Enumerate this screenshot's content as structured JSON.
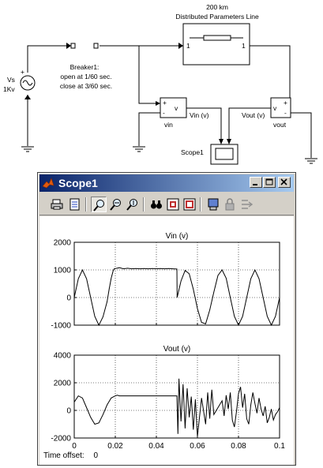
{
  "diagram": {
    "line_block": {
      "distance": "200 km",
      "name": "Distributed Parameters Line",
      "port_in": "1",
      "port_out": "1"
    },
    "source": {
      "label": "Vs",
      "rating": "1Kv",
      "plus": "+"
    },
    "breaker": {
      "name": "Breaker1:",
      "open": "open at 1/60 sec.",
      "close": "close at 3/60 sec."
    },
    "vin_block": {
      "name": "vin",
      "plus": "+",
      "minus": "-",
      "v": "v"
    },
    "vout_block": {
      "name": "vout",
      "plus": "+",
      "minus": "-",
      "v": "v"
    },
    "signals": {
      "vin": "Vin (v)",
      "vout": "Vout (v)"
    },
    "scope_block": {
      "name": "Scope1"
    }
  },
  "window": {
    "title": "Scope1",
    "buttons": [
      "minimize",
      "maximize",
      "close"
    ],
    "toolbar": [
      "print-icon",
      "parameters-icon",
      "zoom-icon",
      "zoom-x-icon",
      "zoom-y-icon",
      "autoscale-icon",
      "save-axes-icon",
      "restore-axes-icon",
      "floating-scope-icon",
      "lock-icon",
      "signal-selection-icon"
    ],
    "time_offset_label": "Time offset:",
    "time_offset_value": "0"
  },
  "chart_data": [
    {
      "type": "line",
      "title": "Vin (v)",
      "xlim": [
        0,
        0.1
      ],
      "ylim": [
        -1000,
        2000
      ],
      "yticks": [
        "2000",
        "1000",
        "0",
        "-1000"
      ],
      "grid": true,
      "series": [
        {
          "x": [
            0,
            0.002,
            0.004,
            0.006,
            0.008,
            0.01,
            0.012,
            0.014,
            0.016,
            0.017,
            0.018,
            0.019,
            0.0195,
            0.02,
            0.022,
            0.024,
            0.026,
            0.028,
            0.03,
            0.032,
            0.034,
            0.036,
            0.038,
            0.04,
            0.042,
            0.044,
            0.046,
            0.048,
            0.05,
            0.0501,
            0.052,
            0.054,
            0.056,
            0.058,
            0.06,
            0.062,
            0.064,
            0.066,
            0.068,
            0.07,
            0.072,
            0.074,
            0.076,
            0.078,
            0.08,
            0.082,
            0.084,
            0.086,
            0.088,
            0.09,
            0.092,
            0.094,
            0.096,
            0.098,
            0.1
          ],
          "y": [
            0,
            680,
            1000,
            680,
            0,
            -680,
            -1000,
            -700,
            -150,
            300,
            700,
            980,
            1040,
            1050,
            1080,
            1040,
            1060,
            1040,
            1050,
            1040,
            1050,
            1040,
            1050,
            1040,
            1050,
            1040,
            1050,
            1040,
            1030,
            0,
            600,
            980,
            860,
            300,
            -400,
            -900,
            -950,
            -450,
            200,
            800,
            1000,
            700,
            0,
            -680,
            -1000,
            -680,
            0,
            680,
            1000,
            680,
            0,
            -680,
            -1000,
            -680,
            0
          ]
        }
      ]
    },
    {
      "type": "line",
      "title": "Vout (v)",
      "xlim": [
        0,
        0.1
      ],
      "ylim": [
        -2000,
        4000
      ],
      "xticks": [
        "0",
        "0.02",
        "0.04",
        "0.06",
        "0.08",
        "0.1"
      ],
      "yticks": [
        "4000",
        "2000",
        "0",
        "-2000"
      ],
      "grid": true,
      "series": [
        {
          "x": [
            0,
            0.002,
            0.004,
            0.006,
            0.008,
            0.01,
            0.012,
            0.014,
            0.016,
            0.018,
            0.02,
            0.021,
            0.022,
            0.03,
            0.04,
            0.05,
            0.0505,
            0.051,
            0.052,
            0.053,
            0.054,
            0.055,
            0.056,
            0.057,
            0.058,
            0.059,
            0.06,
            0.062,
            0.064,
            0.065,
            0.066,
            0.067,
            0.068,
            0.07,
            0.072,
            0.073,
            0.074,
            0.075,
            0.076,
            0.077,
            0.078,
            0.079,
            0.08,
            0.081,
            0.082,
            0.083,
            0.084,
            0.085,
            0.086,
            0.087,
            0.088,
            0.089,
            0.09,
            0.091,
            0.092,
            0.093,
            0.094,
            0.095,
            0.096,
            0.097,
            0.098,
            0.099,
            0.1
          ],
          "y": [
            600,
            1050,
            900,
            200,
            -500,
            -1000,
            -900,
            -300,
            400,
            900,
            1050,
            1100,
            1050,
            1050,
            1050,
            1050,
            -1700,
            2300,
            -800,
            1900,
            -1300,
            1600,
            -500,
            1000,
            -1400,
            800,
            -1900,
            900,
            -1000,
            1300,
            -600,
            1500,
            -300,
            200,
            700,
            -400,
            1100,
            100,
            1300,
            -700,
            -1200,
            -100,
            1200,
            1700,
            200,
            1200,
            -600,
            -1000,
            400,
            1300,
            500,
            -200,
            900,
            100,
            -400,
            300,
            -900,
            -500,
            100,
            -700,
            -300,
            -100,
            200
          ]
        }
      ]
    }
  ]
}
